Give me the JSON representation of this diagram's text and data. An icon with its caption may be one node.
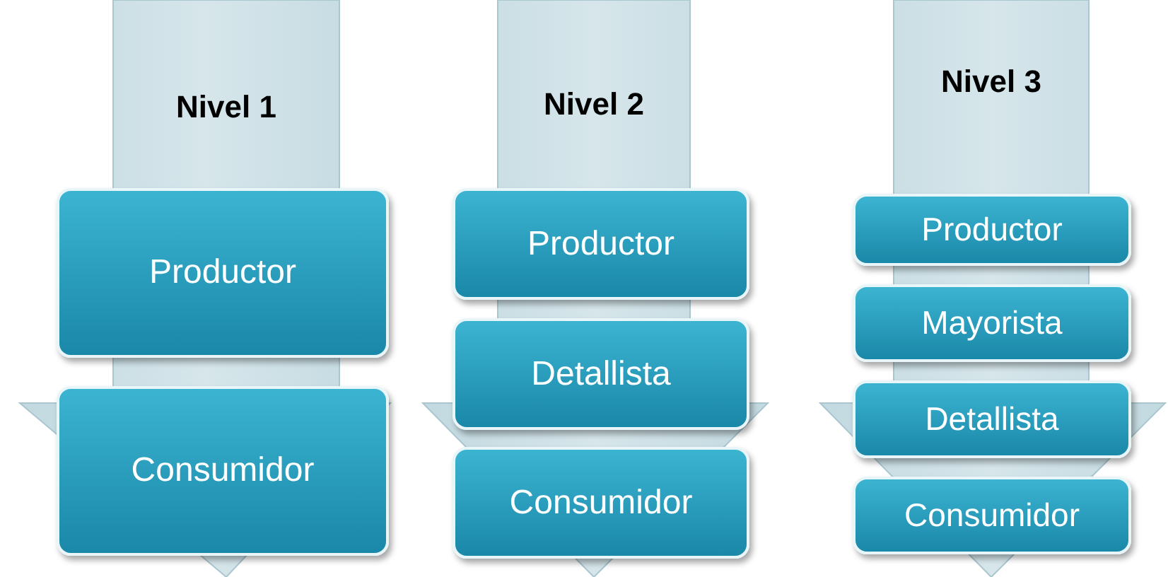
{
  "diagram": {
    "nodes": [
      {
        "text": [
          "Nivel 1"
        ]
      },
      {
        "text": [
          "Productor"
        ],
        "in": 0
      },
      {
        "text": [
          "Consumidor"
        ],
        "in": 0
      },
      {
        "text": [
          "Nivel 2"
        ]
      },
      {
        "text": [
          "Productor"
        ],
        "in": 3
      },
      {
        "text": [
          "Detallista"
        ],
        "in": 3
      },
      {
        "text": [
          "Consumidor"
        ],
        "in": 3
      },
      {
        "text": [
          "Nivel 3"
        ]
      },
      {
        "text": [
          "Productor"
        ],
        "in": 7
      },
      {
        "text": [
          "Mayorista"
        ],
        "in": 7
      },
      {
        "text": [
          "Detallista"
        ],
        "in": 7
      },
      {
        "text": [
          "Consumidor"
        ],
        "in": 7
      }
    ]
  }
}
